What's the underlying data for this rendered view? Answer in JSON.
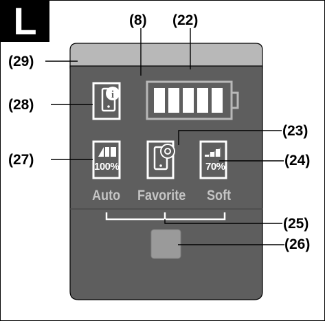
{
  "panel_tag": "L",
  "callouts": {
    "display_area": "(8)",
    "battery_indicator": "(22)",
    "settings_icon": "(23)",
    "level_soft": "(24)",
    "mode_labels": "(25)",
    "button": "(26)",
    "level_auto": "(27)",
    "info_icon": "(28)",
    "housing": "(29)"
  },
  "modes": {
    "auto_label": "Auto",
    "favorite_label": "Favorite",
    "soft_label": "Soft",
    "auto_percent": "100%",
    "soft_percent": "70%"
  },
  "battery": {
    "segments_filled": 5,
    "segments_total": 5
  },
  "colors": {
    "panel_dark": "#5e5e5e",
    "panel_strip": "#b8b8b8",
    "icon_outline": "#ffffff",
    "mode_label": "#c4c4c4",
    "button_face": "#9a9a9a"
  }
}
